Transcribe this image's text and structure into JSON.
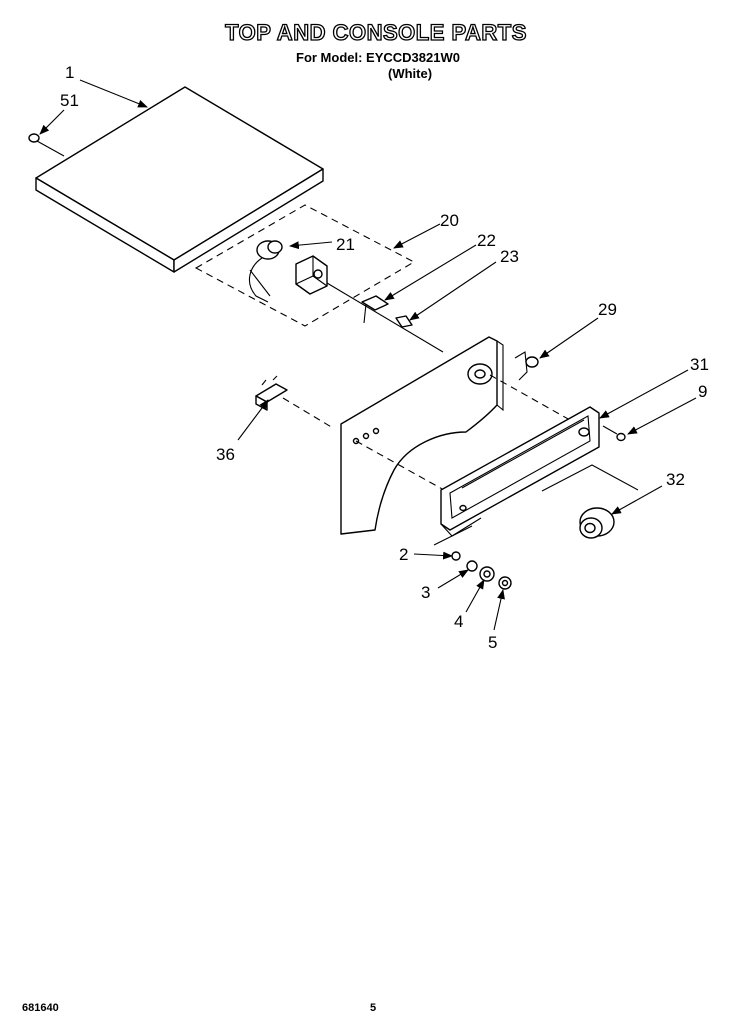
{
  "header": {
    "title": "TOP AND CONSOLE PARTS",
    "model": "For Model: EYCCD3821W0",
    "color": "(White)"
  },
  "callouts": [
    {
      "id": "1",
      "text": "1"
    },
    {
      "id": "51",
      "text": "51"
    },
    {
      "id": "20",
      "text": "20"
    },
    {
      "id": "21",
      "text": "21"
    },
    {
      "id": "22",
      "text": "22"
    },
    {
      "id": "23",
      "text": "23"
    },
    {
      "id": "29",
      "text": "29"
    },
    {
      "id": "31",
      "text": "31"
    },
    {
      "id": "9",
      "text": "9"
    },
    {
      "id": "36",
      "text": "36"
    },
    {
      "id": "32",
      "text": "32"
    },
    {
      "id": "2",
      "text": "2"
    },
    {
      "id": "3",
      "text": "3"
    },
    {
      "id": "4",
      "text": "4"
    },
    {
      "id": "5",
      "text": "5"
    }
  ],
  "footer": {
    "code": "681640",
    "page": "5"
  }
}
